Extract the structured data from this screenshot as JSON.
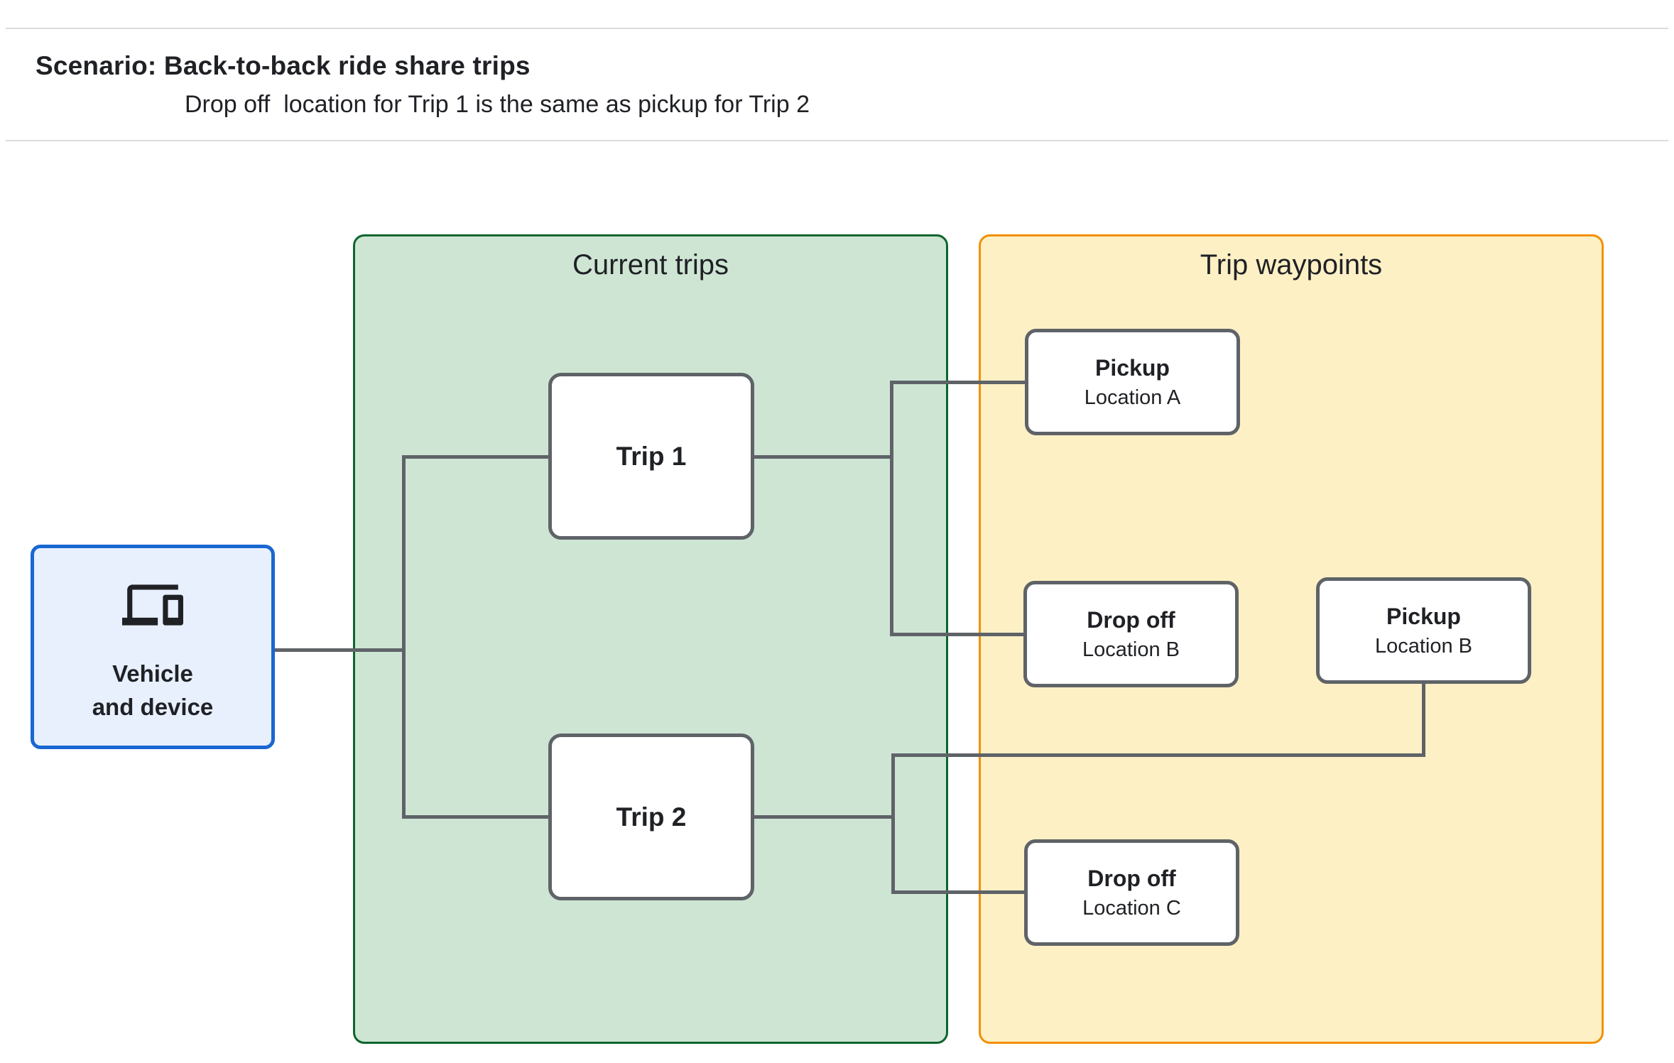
{
  "header": {
    "title": "Scenario: Back-to-back ride share trips",
    "subtitle": "Drop off  location for Trip 1 is the same as pickup for Trip 2"
  },
  "vehicle": {
    "line1": "Vehicle",
    "line2": "and device",
    "icon": "devices-icon"
  },
  "current_trips": {
    "label": "Current trips",
    "trip1": "Trip 1",
    "trip2": "Trip 2"
  },
  "waypoints": {
    "label": "Trip waypoints",
    "pickup_a": {
      "title": "Pickup",
      "location": "Location A"
    },
    "dropoff_b": {
      "title": "Drop off",
      "location": "Location B"
    },
    "pickup_b": {
      "title": "Pickup",
      "location": "Location B"
    },
    "dropoff_c": {
      "title": "Drop off",
      "location": "Location C"
    }
  },
  "colors": {
    "page_bg": "#ffffff",
    "text": "#1f2125",
    "divider": "#dadce0",
    "green_fill": "#cee5d4",
    "green_border": "#0d652d",
    "orange_fill": "#fdf0c5",
    "orange_border": "#f39000",
    "blue_fill": "#e8f0fe",
    "blue_border": "#1967d2",
    "node_border": "#5f6368",
    "connector": "#5f6368",
    "icon": "#202124"
  }
}
